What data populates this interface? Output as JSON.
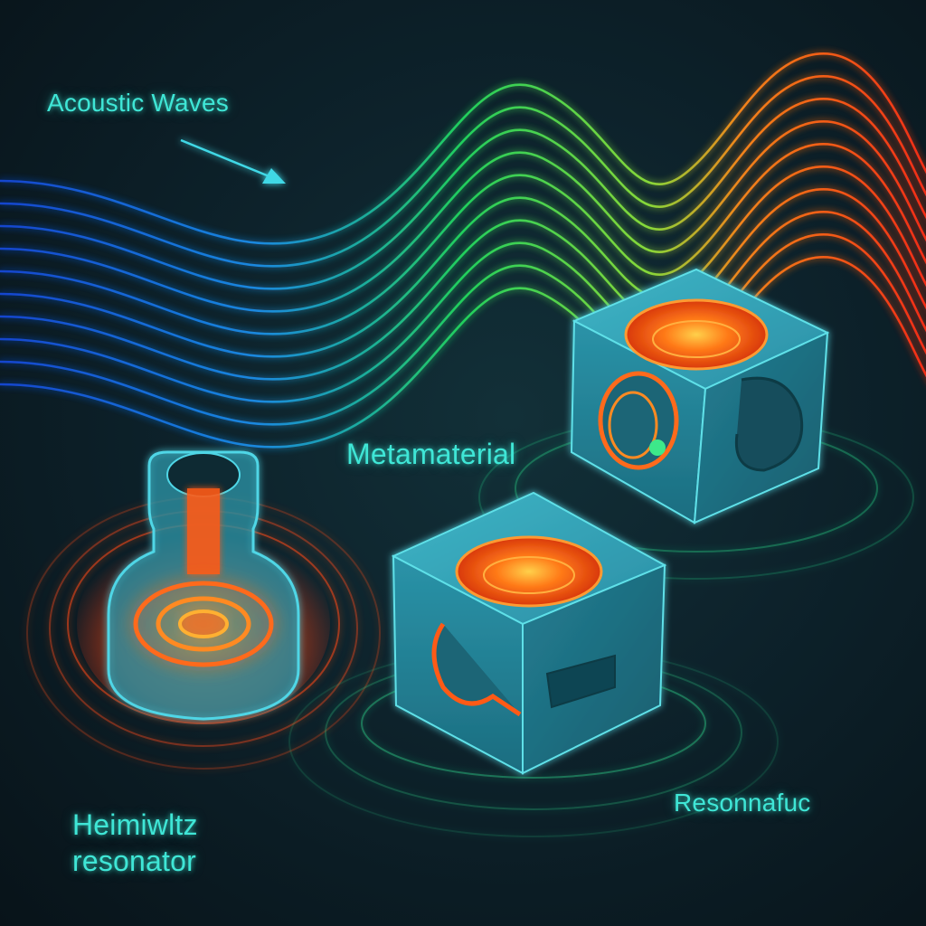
{
  "labels": {
    "acoustic_waves": "Acoustic Waves",
    "metamaterial": "Metamaterial",
    "resonator_block": "Resonnafuc",
    "helmholtz_line1": "Heimiwltz",
    "helmholtz_line2": "resonator"
  },
  "colors": {
    "background": "#0d222b",
    "label_text": "#3fe6d6",
    "wave_blue": "#1e6cff",
    "wave_green": "#2de06a",
    "wave_red": "#ff3d1a",
    "block_face": "#2b9ab0",
    "glow_orange": "#ff6a1a"
  }
}
